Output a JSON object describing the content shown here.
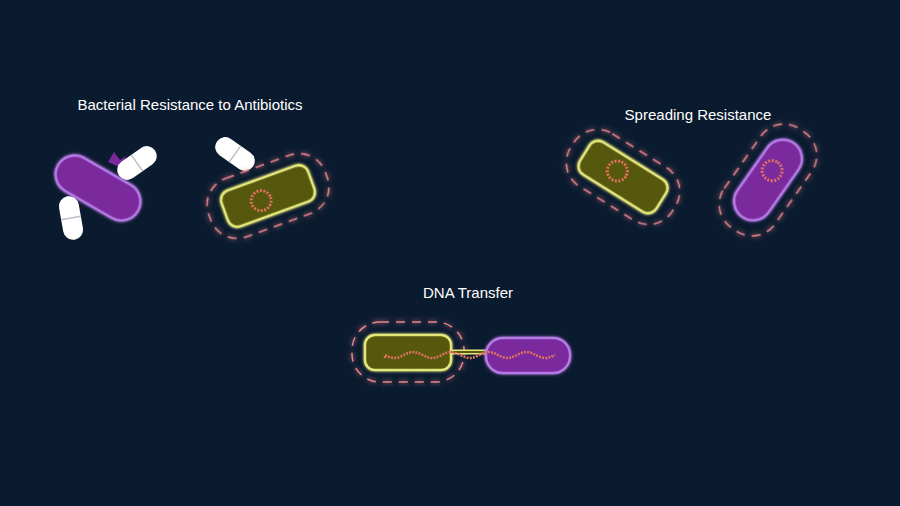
{
  "diagram": {
    "labels": [
      "Bacterial Resistance to Antibiotics",
      "Spreading Resistance",
      "DNA Transfer"
    ]
  }
}
